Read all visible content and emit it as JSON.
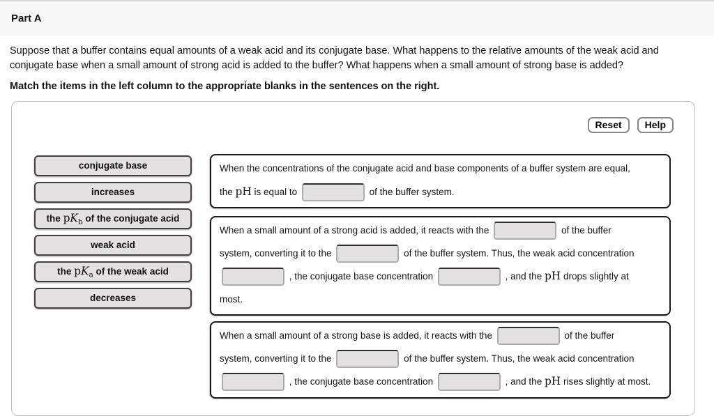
{
  "header": {
    "title": "Part A"
  },
  "question": {
    "text": "Suppose that a buffer contains equal amounts of a weak acid and its conjugate base. What happens to the relative amounts of the weak acid and conjugate base when a small amount of strong acid is added to the buffer? What happens when a small amount of strong base is added?",
    "instruction": "Match the items in the left column to the appropriate blanks in the sentences on the right."
  },
  "toolbar": {
    "reset_label": "Reset",
    "help_label": "Help"
  },
  "match": {
    "tiles": [
      {
        "segments": [
          {
            "t": "conjugate base"
          }
        ]
      },
      {
        "segments": [
          {
            "t": "increases"
          }
        ]
      },
      {
        "segments": [
          {
            "t": "the "
          },
          {
            "rm": "p"
          },
          {
            "it": "K"
          },
          {
            "sub": "b"
          },
          {
            "t": " of the conjugate acid"
          }
        ]
      },
      {
        "segments": [
          {
            "t": "weak acid"
          }
        ]
      },
      {
        "segments": [
          {
            "t": "the "
          },
          {
            "rm": "p"
          },
          {
            "it": "K"
          },
          {
            "sub": "a"
          },
          {
            "t": " of the weak acid"
          }
        ]
      },
      {
        "segments": [
          {
            "t": "decreases"
          }
        ]
      }
    ],
    "sentences": [
      {
        "segments": [
          {
            "t": "When the concentrations of the conjugate acid and base components of a buffer system are equal,"
          },
          {
            "br": true
          },
          {
            "t": "the "
          },
          {
            "rm": "pH"
          },
          {
            "t": " is equal to "
          },
          {
            "blank": true
          },
          {
            "t": " of the buffer system."
          }
        ]
      },
      {
        "segments": [
          {
            "t": "When a small amount of a strong acid is added, it reacts with the "
          },
          {
            "blank": true
          },
          {
            "t": " of the buffer"
          },
          {
            "br": true
          },
          {
            "t": "system, converting it to the "
          },
          {
            "blank": true
          },
          {
            "t": " of the buffer system. Thus, the weak acid concentration"
          },
          {
            "br": true
          },
          {
            "blank": true
          },
          {
            "t": " , the conjugate base concentration "
          },
          {
            "blank": true
          },
          {
            "t": " , and the "
          },
          {
            "rm": "pH"
          },
          {
            "t": " drops slightly at"
          },
          {
            "br": true
          },
          {
            "t": "most."
          }
        ]
      },
      {
        "segments": [
          {
            "t": "When a small amount of a strong base is added, it reacts with the "
          },
          {
            "blank": true
          },
          {
            "t": " of the buffer"
          },
          {
            "br": true
          },
          {
            "t": "system, converting it to the "
          },
          {
            "blank": true
          },
          {
            "t": " of the buffer system. Thus, the weak acid concentration"
          },
          {
            "br": true
          },
          {
            "blank": true
          },
          {
            "t": " , the conjugate base concentration "
          },
          {
            "blank": true
          },
          {
            "t": " , and the "
          },
          {
            "rm": "pH"
          },
          {
            "t": " rises slightly at most."
          }
        ]
      }
    ]
  },
  "colors": {
    "header_bg": "#f7f7f7",
    "panel_border": "#bcbcbc",
    "tile_fill": "#e3e1e1",
    "tile_border": "#45403e",
    "box_border": "#1a1a1a",
    "blank_fill": "#e2e0e0",
    "blank_border": "#b3aaaa",
    "button_border": "#878787"
  }
}
